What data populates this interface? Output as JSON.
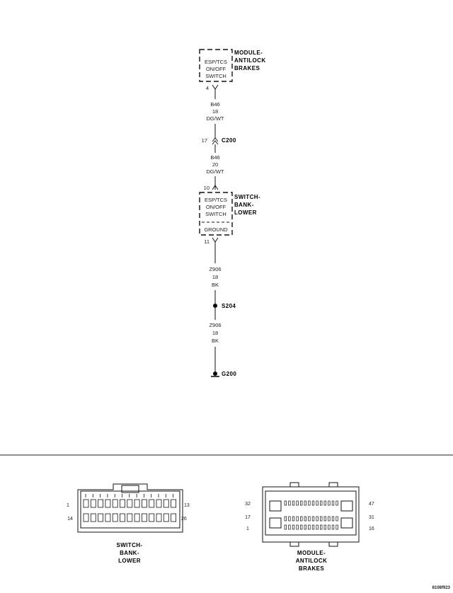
{
  "module_antilock": {
    "title": [
      "MODULE-",
      "ANTILOCK",
      "BRAKES"
    ],
    "switch_label": [
      "ESP/TCS",
      "ON/OFF",
      "SWITCH"
    ],
    "pin": "4"
  },
  "wire_b46_upper": {
    "circuit": "B46",
    "gauge": "18",
    "color": "DG/WT"
  },
  "connector_c200": {
    "pin": "17",
    "name": "C200"
  },
  "wire_b46_lower": {
    "circuit": "B46",
    "gauge": "20",
    "color": "DG/WT"
  },
  "switch_bank": {
    "title": [
      "SWITCH-",
      "BANK-",
      "LOWER"
    ],
    "switch_label": [
      "ESP/TCS",
      "ON/OFF",
      "SWITCH"
    ],
    "ground_label": "GROUND",
    "pin_in": "10",
    "pin_out": "11"
  },
  "wire_z906_upper": {
    "circuit": "Z906",
    "gauge": "18",
    "color": "BK"
  },
  "splice_s204": {
    "name": "S204"
  },
  "wire_z906_lower": {
    "circuit": "Z906",
    "gauge": "18",
    "color": "BK"
  },
  "ground_g200": {
    "name": "G200"
  },
  "connector_view_switch_bank": {
    "label": [
      "SWITCH-",
      "BANK-",
      "LOWER"
    ],
    "pins": {
      "top_left": "1",
      "top_right": "13",
      "bottom_left": "14",
      "bottom_right": "26"
    }
  },
  "connector_view_abs": {
    "label": [
      "MODULE-",
      "ANTILOCK",
      "BRAKES"
    ],
    "pins": {
      "l1": "32",
      "l2": "17",
      "l3": "1",
      "r1": "47",
      "r2": "31",
      "r3": "16"
    }
  },
  "figure_id": "8108f923"
}
